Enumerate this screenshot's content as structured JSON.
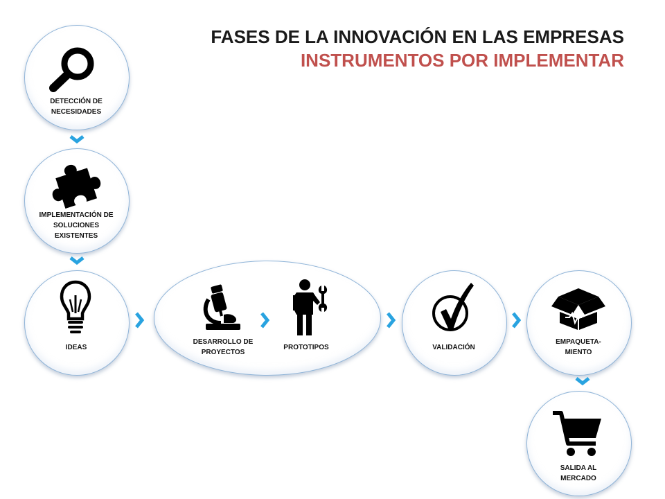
{
  "title": {
    "line1": "FASES DE LA INNOVACIÓN EN LAS EMPRESAS",
    "line2": "INSTRUMENTOS POR IMPLEMENTAR"
  },
  "colors": {
    "accent": "#c0504d",
    "arrow": "#29a3e0",
    "border": "#8fb4d8"
  },
  "phases": {
    "deteccion": {
      "label": "DETECCIÓN DE NECESIDADES",
      "icon": "magnifier-icon"
    },
    "implementacion": {
      "label": "IMPLEMENTACIÓN DE SOLUCIONES EXISTENTES",
      "icon": "puzzle-icon"
    },
    "ideas": {
      "label": "IDEAS",
      "icon": "lightbulb-icon"
    },
    "desarrollo": {
      "label": "DESARROLLO DE PROYECTOS",
      "icon": "microscope-icon"
    },
    "prototipos": {
      "label": "PROTOTIPOS",
      "icon": "worker-wrench-icon"
    },
    "validacion": {
      "label": "VALIDACIÓN",
      "icon": "checkmark-icon"
    },
    "empaquetamiento": {
      "label": "EMPAQUETA-MIENTO",
      "icon": "box-icon"
    },
    "salida": {
      "label": "SALIDA AL MERCADO",
      "icon": "shopping-cart-icon"
    }
  }
}
